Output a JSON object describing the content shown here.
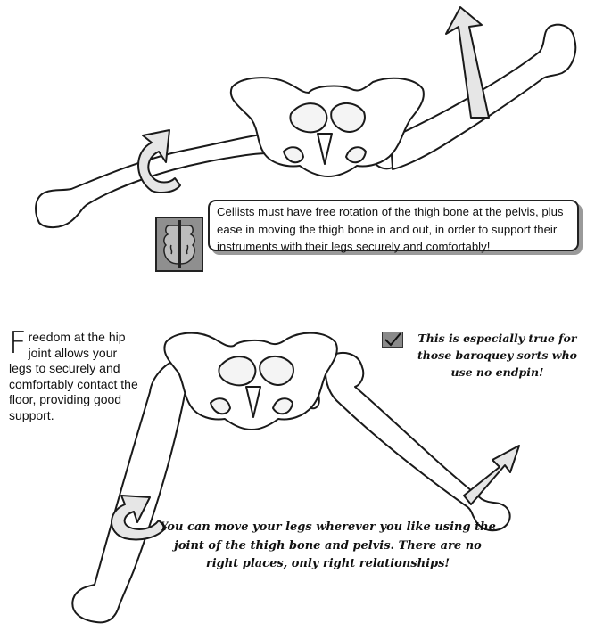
{
  "callout": {
    "text": "Cellists must have free rotation of the thigh bone at the pelvis, plus ease in moving the thigh bone in and out, in order to support their instruments with their legs securely and comfortably!"
  },
  "side_note": {
    "dropcap": "F",
    "text": "reedom at the hip joint allows your legs to securely and comfortably contact the floor, providing good support."
  },
  "check_note": {
    "text": "This is especially true for those baroquey sorts who use no endpin!"
  },
  "bottom_note": {
    "text": "You can move your legs wherever you like using the joint of the thigh bone and pelvis. There are no right places, only right relationships!"
  },
  "icons": {
    "cello": "cello-icon",
    "check": "checkmark-icon"
  },
  "colors": {
    "ink": "#1a1a1a",
    "box_fill": "#8f8f8f",
    "arrow_fill": "#e6e6e6"
  }
}
